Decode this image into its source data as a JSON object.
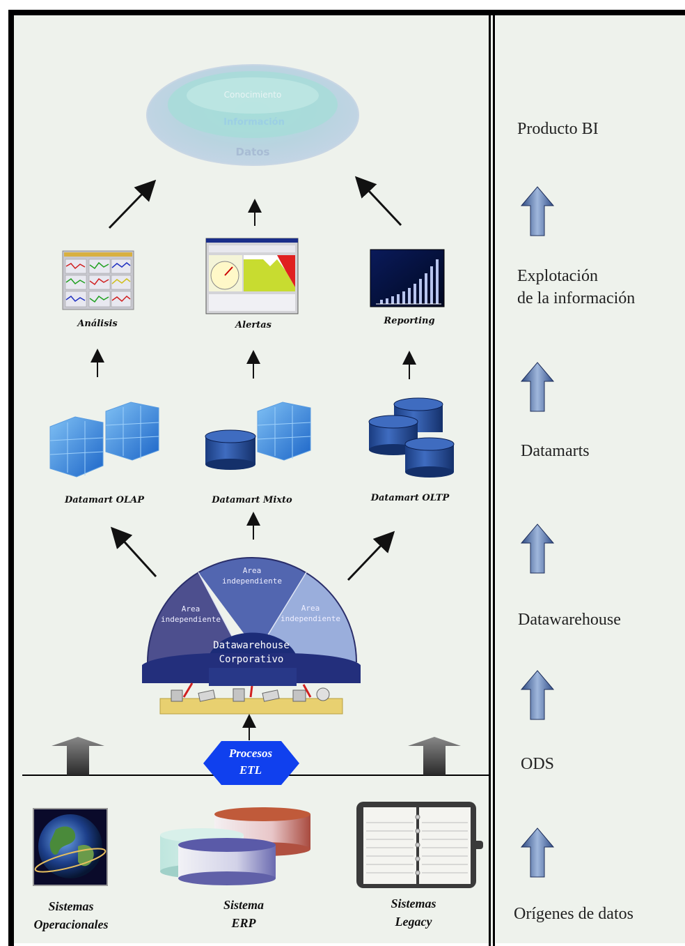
{
  "pyramid": {
    "top": "Conocimiento",
    "middle": "Información",
    "bottom": "Datos"
  },
  "tools": {
    "analysis": "Análisis",
    "alerts": "Alertas",
    "reporting": "Reporting"
  },
  "datamarts": {
    "olap": "Datamart OLAP",
    "mixed": "Datamart Mixto",
    "oltp": "Datamart OLTP"
  },
  "warehouse": {
    "area_top": [
      "Area",
      "independiente"
    ],
    "area_left": [
      "Area",
      "independiente"
    ],
    "area_right": [
      "Area",
      "independiente"
    ],
    "core": [
      "Datawarehouse",
      "Corporativo"
    ]
  },
  "etl": [
    "Procesos",
    "ETL"
  ],
  "sources": {
    "operational": [
      "Sistemas",
      "Operacionales"
    ],
    "erp": [
      "Sistema",
      "ERP"
    ],
    "legacy": [
      "Sistemas",
      "Legacy"
    ]
  },
  "layers": {
    "bi_product": "Producto BI",
    "exploitation": [
      "Explotación",
      "de la información"
    ],
    "datamarts": "Datamarts",
    "datawarehouse": "Datawarehouse",
    "ods": "ODS",
    "origins": "Orígenes de datos"
  }
}
